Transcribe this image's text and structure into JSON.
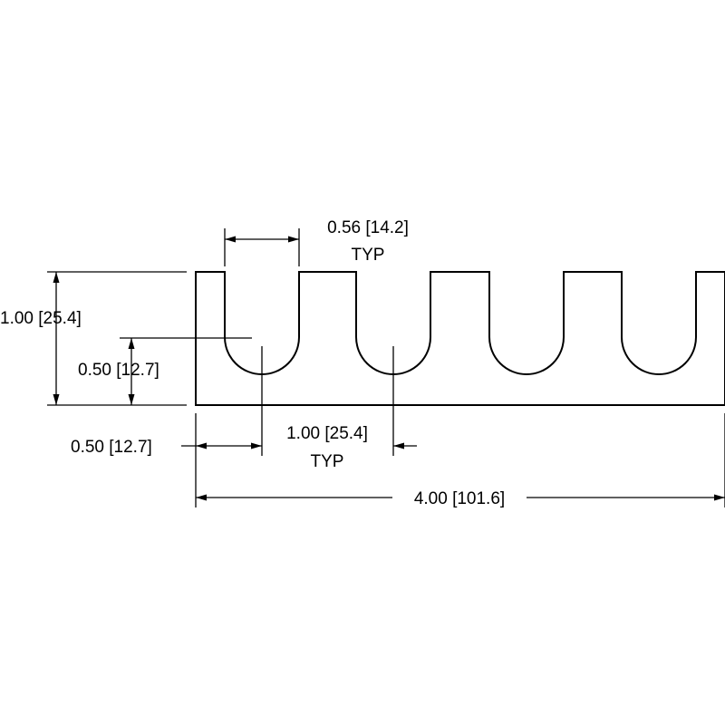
{
  "dimensions": {
    "slot_width": {
      "value": "0.56 [14.2]",
      "note": "TYP"
    },
    "overall_height": {
      "value": "1.00 [25.4]"
    },
    "slot_bottom_height": {
      "value": "0.50 [12.7]"
    },
    "first_slot_offset": {
      "value": "0.50 [12.7]"
    },
    "slot_pitch": {
      "value": "1.00 [25.4]",
      "note": "TYP"
    },
    "overall_length": {
      "value": "4.00 [101.6]"
    }
  },
  "colors": {
    "line": "#000000",
    "background": "#ffffff"
  }
}
